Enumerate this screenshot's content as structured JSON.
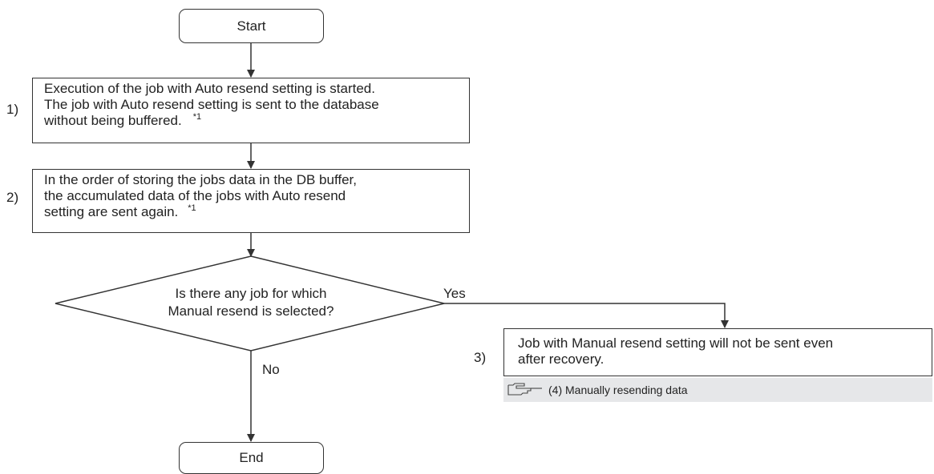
{
  "flowchart": {
    "start_label": "Start",
    "end_label": "End",
    "steps": [
      {
        "number": "1)",
        "lines": [
          "Execution of the job with Auto resend setting is started.",
          "The job with Auto resend setting is sent to the database",
          "without being buffered."
        ],
        "note": "*1"
      },
      {
        "number": "2)",
        "lines": [
          "In the order of storing the jobs data in the DB buffer,",
          "the accumulated data of the jobs with Auto resend",
          "setting are sent again."
        ],
        "note": "*1"
      },
      {
        "number": "3)",
        "lines": [
          "Job with Manual resend setting will not be sent even",
          "after recovery."
        ]
      }
    ],
    "decision": {
      "lines": [
        "Is there any job for which",
        "Manual resend is selected?"
      ],
      "yes_label": "Yes",
      "no_label": "No"
    },
    "reference": {
      "icon": "pointing-hand-icon",
      "text": "(4) Manually resending data"
    }
  },
  "colors": {
    "line": "#333333",
    "reference_background": "#e6e7e9"
  }
}
